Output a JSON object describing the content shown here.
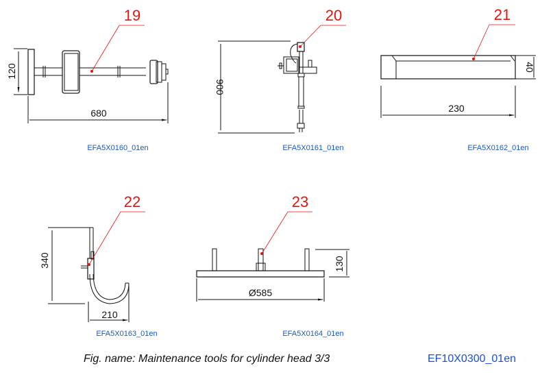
{
  "figure": {
    "caption": "Fig. name: Maintenance tools for cylinder head 3/3",
    "code": "EF10X0300_01en",
    "colors": {
      "callout": "#e8120c",
      "code": "#1a56c8",
      "line": "#111111"
    }
  },
  "tools": [
    {
      "callout": "19",
      "dimensions": {
        "height": "120",
        "width": "680"
      },
      "drawing_code": "EFA5X0160_01en"
    },
    {
      "callout": "20",
      "dimensions": {
        "height": "900"
      },
      "drawing_code": "EFA5X0161_01en"
    },
    {
      "callout": "21",
      "dimensions": {
        "height": "40",
        "width": "230"
      },
      "drawing_code": "EFA5X0162_01en"
    },
    {
      "callout": "22",
      "dimensions": {
        "height": "340",
        "width": "210"
      },
      "drawing_code": "EFA5X0163_01en"
    },
    {
      "callout": "23",
      "dimensions": {
        "height": "130",
        "width": "Ø585"
      },
      "drawing_code": "EFA5X0164_01en"
    }
  ]
}
